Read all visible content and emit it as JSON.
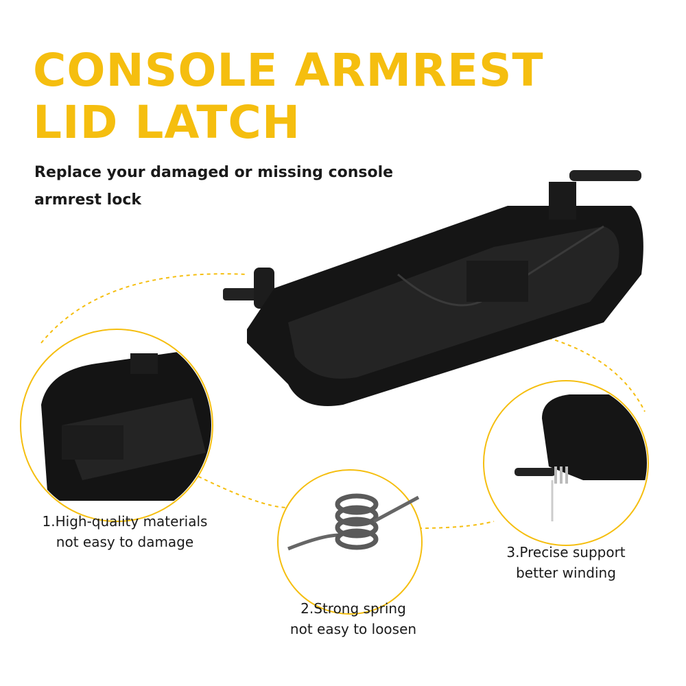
{
  "title_line1": "CONSOLE ARMREST",
  "title_line2": "LID LATCH",
  "subtitle_line1": "Replace your damaged or missing console",
  "subtitle_line2": "armrest lock",
  "features": [
    {
      "line1": "1.High-quality materials",
      "line2": "not easy to damage"
    },
    {
      "line1": "2.Strong spring",
      "line2": "not easy to loosen"
    },
    {
      "line1": "3.Precise support",
      "line2": "better winding"
    }
  ],
  "colors": {
    "accent": "#F5BE0F",
    "text": "#1a1a1a",
    "product": "#161616"
  }
}
